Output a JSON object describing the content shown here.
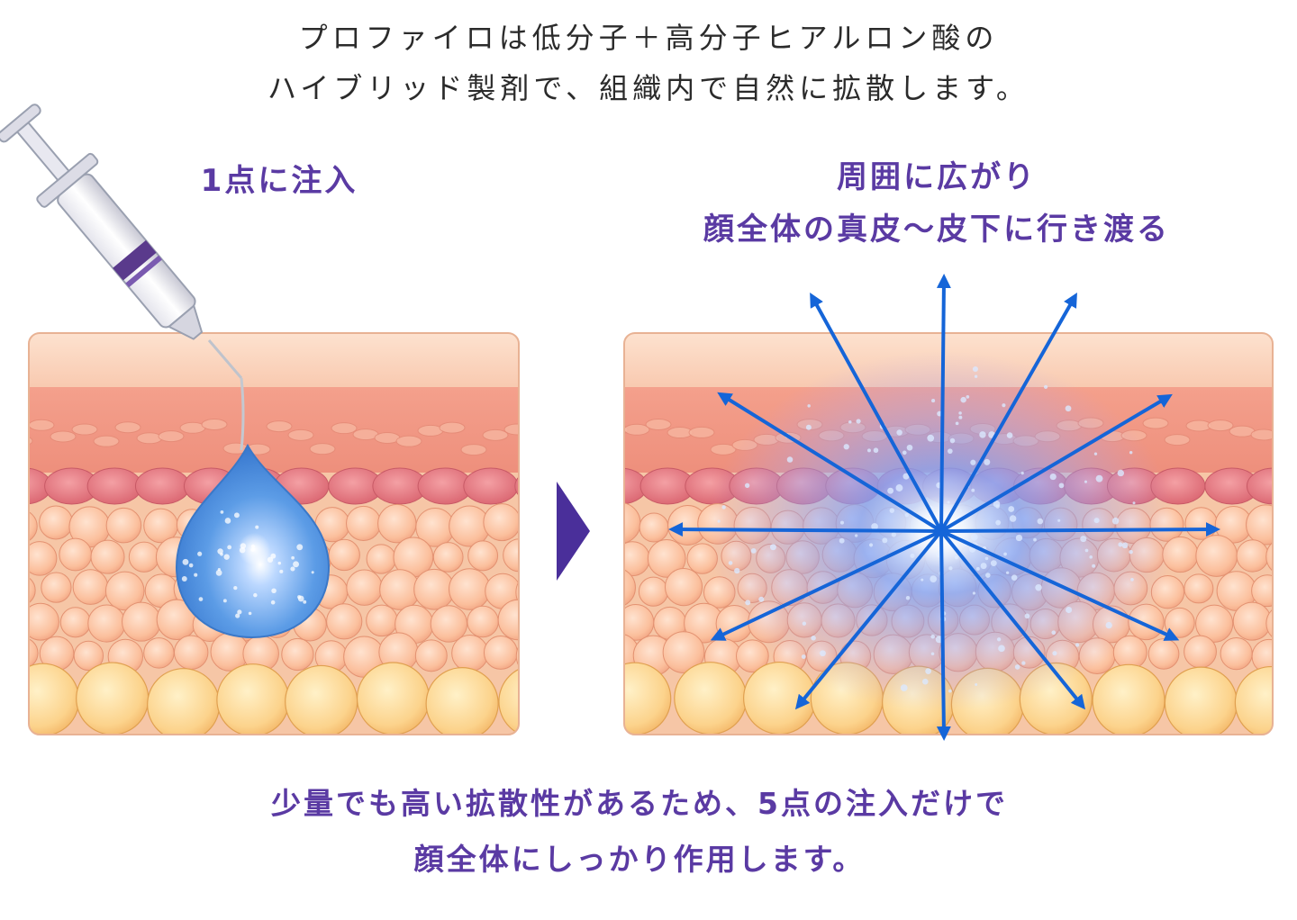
{
  "intro": {
    "line1": "プロファイロは低分子＋高分子ヒアルロン酸の",
    "line2": "ハイブリッド製剤で、組織内で自然に拡散します。"
  },
  "left_panel": {
    "label": "1点に注入"
  },
  "right_panel": {
    "label_line1": "周囲に広がり",
    "label_line2": "顔全体の真皮〜皮下に行き渡る"
  },
  "footer": {
    "line1": "少量でも高い拡散性があるため、5点の注入だけで",
    "line2": "顔全体にしっかり作用します。"
  },
  "colors": {
    "accent_text": "#5a3aa3",
    "arrow": "#1565d8",
    "droplet": "#4a8fe0",
    "transition_arrow": "#4a2f9a"
  }
}
